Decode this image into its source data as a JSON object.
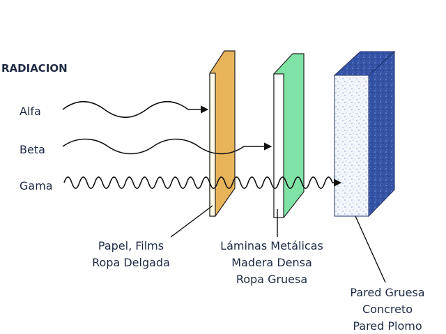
{
  "title": "RADIACION",
  "waves": [
    {
      "label": "Alfa"
    },
    {
      "label": "Beta"
    },
    {
      "label": "Gama"
    }
  ],
  "barriers": [
    {
      "lines": [
        "Papel, Films",
        "Ropa Delgada"
      ],
      "color": "#e8b45a"
    },
    {
      "lines": [
        "Láminas Metálicas",
        "Madera Densa",
        "Ropa Gruesa"
      ],
      "color": "#7fe3a6"
    },
    {
      "lines": [
        "Pared Gruesa",
        "Concreto",
        "Pared Plomo"
      ],
      "color": "#3c5cb0"
    }
  ]
}
